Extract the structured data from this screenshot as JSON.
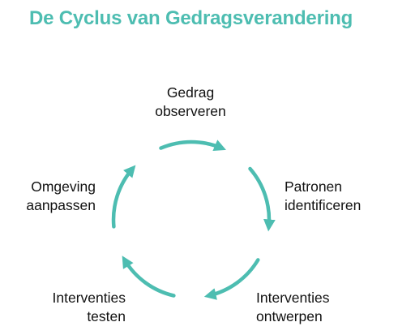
{
  "title": "De Cyclus van Gedragsverandering",
  "accent_color": "#4dbdb1",
  "steps": [
    {
      "line1": "Gedrag",
      "line2": "observeren"
    },
    {
      "line1": "Patronen",
      "line2": "identificeren"
    },
    {
      "line1": "Interventies",
      "line2": "ontwerpen"
    },
    {
      "line1": "Interventies",
      "line2": "testen"
    },
    {
      "line1": "Omgeving",
      "line2": "aanpassen"
    }
  ]
}
